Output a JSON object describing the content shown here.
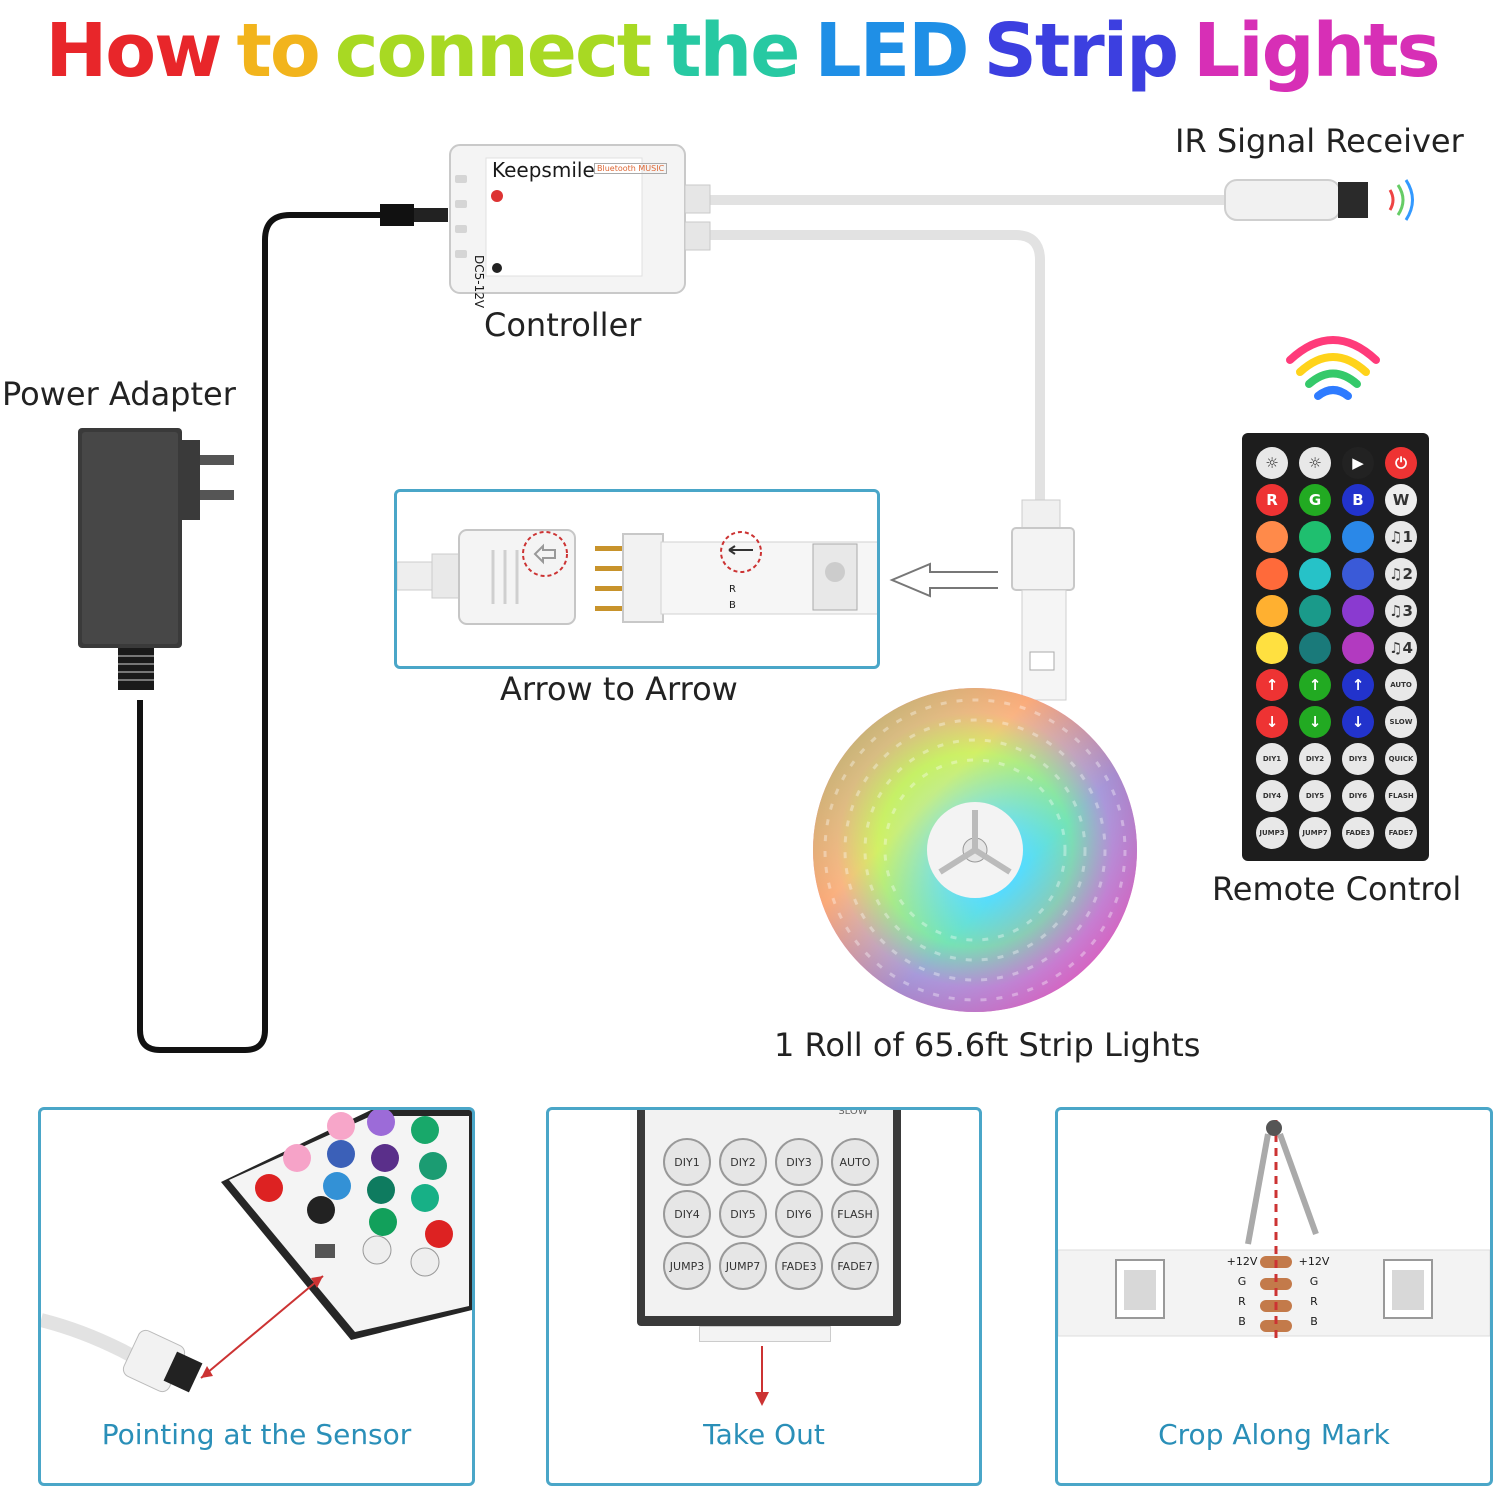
{
  "title": {
    "words": [
      {
        "text": "How",
        "color": "#e8262a"
      },
      {
        "text": "to",
        "color": "#f2b41c"
      },
      {
        "text": "connect",
        "color": "#a8d923"
      },
      {
        "text": "the",
        "color": "#27c9a2"
      },
      {
        "text": "LED",
        "color": "#1f8fe6"
      },
      {
        "text": "Strip",
        "color": "#3c3fe0"
      },
      {
        "text": "Lights",
        "color": "#d72fb6"
      }
    ]
  },
  "labels": {
    "ir_receiver": "IR Signal Receiver",
    "controller": "Controller",
    "power_adapter": "Power Adapter",
    "arrow_to_arrow": "Arrow to Arrow",
    "remote_control": "Remote Control",
    "strip_roll": "1 Roll of 65.6ft Strip Lights"
  },
  "controller": {
    "brand": "Keepsmile",
    "voltage": "DC5-12V",
    "badge": "Bluetooth MUSIC"
  },
  "connector": {
    "pins": [
      "R",
      "B"
    ]
  },
  "remote": {
    "rows": [
      [
        "☼",
        "☼",
        "▶",
        "⏻"
      ],
      [
        "R",
        "G",
        "B",
        "W"
      ],
      [
        "",
        "",
        "",
        "♫1"
      ],
      [
        "",
        "",
        "",
        "♫2"
      ],
      [
        "",
        "",
        "",
        "♫3"
      ],
      [
        "",
        "",
        "",
        "♫4"
      ],
      [
        "↑",
        "↑",
        "↑",
        "AUTO"
      ],
      [
        "↓",
        "↓",
        "↓",
        "SLOW"
      ],
      [
        "DIY1",
        "DIY2",
        "DIY3",
        "QUICK"
      ],
      [
        "DIY4",
        "DIY5",
        "DIY6",
        "FLASH"
      ],
      [
        "JUMP3",
        "JUMP7",
        "FADE3",
        "FADE7"
      ]
    ]
  },
  "bottom_panels": [
    {
      "caption": "Pointing at the Sensor"
    },
    {
      "caption": "Take Out"
    },
    {
      "caption": "Crop Along Mark"
    }
  ],
  "take_out_keys": [
    [
      "DIY1",
      "DIY2",
      "DIY3",
      "AUTO"
    ],
    [
      "DIY4",
      "DIY5",
      "DIY6",
      "FLASH"
    ],
    [
      "JUMP3",
      "JUMP7",
      "FADE3",
      "FADE7"
    ]
  ],
  "take_out_top": "SLOW",
  "strip_marks": {
    "left": [
      "+12V",
      "G",
      "R",
      "B"
    ],
    "right": [
      "+12V",
      "G",
      "R",
      "B"
    ]
  }
}
